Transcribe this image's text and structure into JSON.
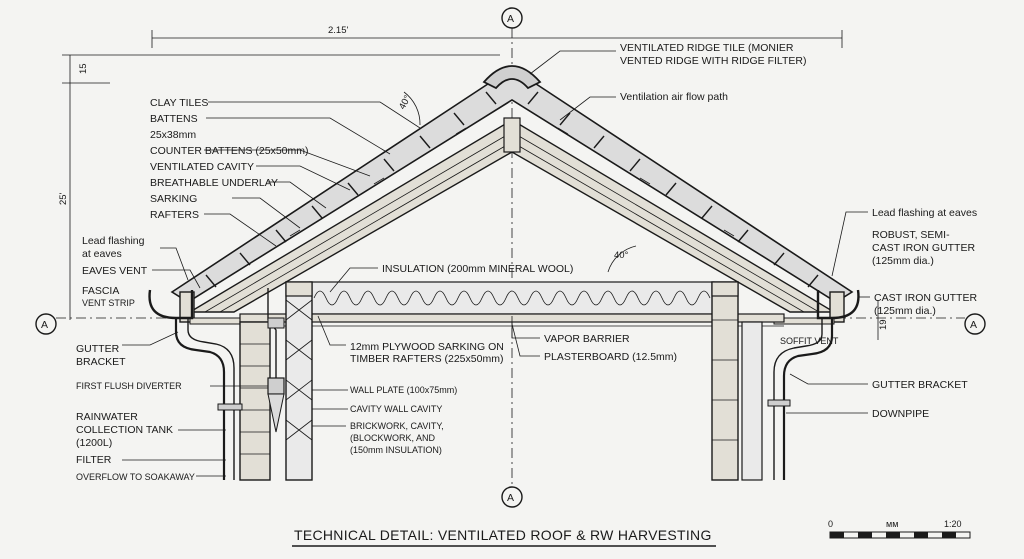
{
  "title": "TECHNICAL DETAIL: VENTILATED ROOF & RW HARVESTING",
  "section_marker": "A",
  "dimensions": {
    "overall_width": "2.15'",
    "ridge_height": "15",
    "overall_height": "25'",
    "soffit_height": "19",
    "roof_pitch_left": "40°",
    "roof_pitch_right": "40°"
  },
  "scale_bar": {
    "start": "0",
    "unit": "ᴍᴍ",
    "ratio": "1:20"
  },
  "colors": {
    "ink": "#1a1a1a",
    "paper": "#f4f4f2",
    "tile": "#dcdcdc",
    "timber": "#e2dfd6",
    "insulation": "#eaeaea"
  },
  "labels": {
    "ridge_tile": "VENTILATED RIDGE TILE (MONIER",
    "ridge_tile_2": "VENTED RIDGE WITH RIDGE FILTER)",
    "airflow": "Ventilation air flow path",
    "clay_tiles": "CLAY TILES",
    "battens": "BATTENS",
    "battens_size": "25x38mm",
    "counter_battens": "COUNTER BATTENS (25x50mm)",
    "ventilated_cavity": "VENTILATED CAVITY",
    "underlay": "BREATHABLE UNDERLAY",
    "sarking": "SARKING",
    "rafters": "RAFTERS",
    "lead_left_1": "Lead flashing",
    "lead_left_2": "at eaves",
    "eaves_vent": "EAVES VENT",
    "fascia": "FASCIA",
    "vent_strip": "VENT STRIP",
    "insulation": "INSULATION (200mm MINERAL WOOL)",
    "gutter_bracket_l1": "GUTTER",
    "gutter_bracket_l2": "BRACKET",
    "first_flush": "FIRST FLUSH DIVERTER",
    "tank_1": "RAINWATER",
    "tank_2": "COLLECTION TANK",
    "tank_3": "(1200L)",
    "filter": "FILTER",
    "overflow": "OVERFLOW TO SOAKAWAY",
    "plywood_1": "12mm PLYWOOD SARKING ON",
    "plywood_2": "TIMBER RAFTERS (225x50mm)",
    "wall_plate": "WALL PLATE (100x75mm)",
    "cavity": "CAVITY WALL CAVITY",
    "brick_1": "BRICKWORK, CAVITY,",
    "brick_2": "(BLOCKWORK, AND",
    "brick_3": "(150mm INSULATION)",
    "vapor": "VAPOR BARRIER",
    "plasterboard": "PLASTERBOARD (12.5mm)",
    "lead_right": "Lead flashing at eaves",
    "robust_1": "ROBUST, SEMI-",
    "robust_2": "CAST IRON GUTTER",
    "robust_3": "(125mm dia.)",
    "cast_gutter_1": "CAST IRON GUTTER",
    "cast_gutter_2": "(125mm dia.)",
    "soffit_vent": "SOFFIT VENT",
    "gutter_bracket_r": "GUTTER BRACKET",
    "downpipe": "DOWNPIPE"
  }
}
